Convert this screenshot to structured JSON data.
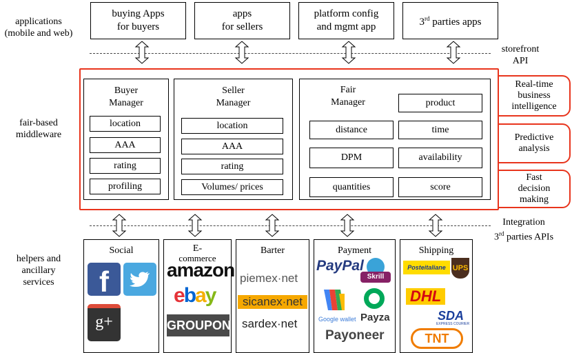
{
  "left_labels": {
    "applications": "applications",
    "applications_sub": "(mobile and web)",
    "middleware": "fair-based",
    "middleware_sub": "middleware",
    "helpers_1": "helpers and",
    "helpers_2": "ancillary",
    "helpers_3": "services"
  },
  "apps": [
    {
      "line1": "buying Apps",
      "line2": "for buyers"
    },
    {
      "line1": "apps",
      "line2": "for sellers"
    },
    {
      "line1": "platform config",
      "line2": "and mgmt app"
    },
    {
      "line1": "3",
      "sup": "rd",
      "rest": " parties apps"
    }
  ],
  "right_labels": {
    "storefront_1": "storefront",
    "storefront_2": "API",
    "integration_1": "Integration",
    "integration_sup": "rd",
    "integration_2": "3",
    "integration_3": " parties APIs"
  },
  "capabilities": [
    {
      "line1": "Real-time",
      "line2": "business",
      "line3": "intelligence"
    },
    {
      "line1": "Predictive",
      "line2": "analysis"
    },
    {
      "line1": "Fast",
      "line2": "decision",
      "line3": "making"
    }
  ],
  "buyer_manager": {
    "title1": "Buyer",
    "title2": "Manager",
    "items": [
      "location",
      "AAA",
      "rating",
      "profiling"
    ]
  },
  "seller_manager": {
    "title1": "Seller",
    "title2": "Manager",
    "items": [
      "location",
      "AAA",
      "rating",
      "Volumes/ prices"
    ]
  },
  "fair_manager": {
    "title1": "Fair",
    "title2": "Manager",
    "items": [
      "product",
      "distance",
      "time",
      "DPM",
      "availability",
      "quantities",
      "score"
    ]
  },
  "helpers": {
    "social": {
      "title": "Social",
      "logos": [
        "f",
        "g+"
      ]
    },
    "ecommerce": {
      "title": "E-",
      "title_overlap": "commerce",
      "logos": [
        "amazon",
        "ebay",
        "GROUPON"
      ]
    },
    "barter": {
      "title": "Barter",
      "logos": [
        "piemex·net",
        "sicanex·net",
        "sardex·net"
      ]
    },
    "payment": {
      "title": "Payment",
      "logos": [
        "PayPal",
        "Skrill",
        "Google wallet",
        "Payza",
        "Payoneer"
      ]
    },
    "shipping": {
      "title": "Shipping",
      "logos": [
        "Posteitaliane",
        "UPS",
        "DHL",
        "SDA",
        "EXPRESS COURIER",
        "TNT"
      ]
    }
  },
  "colors": {
    "accent_red": "#e8341c"
  }
}
